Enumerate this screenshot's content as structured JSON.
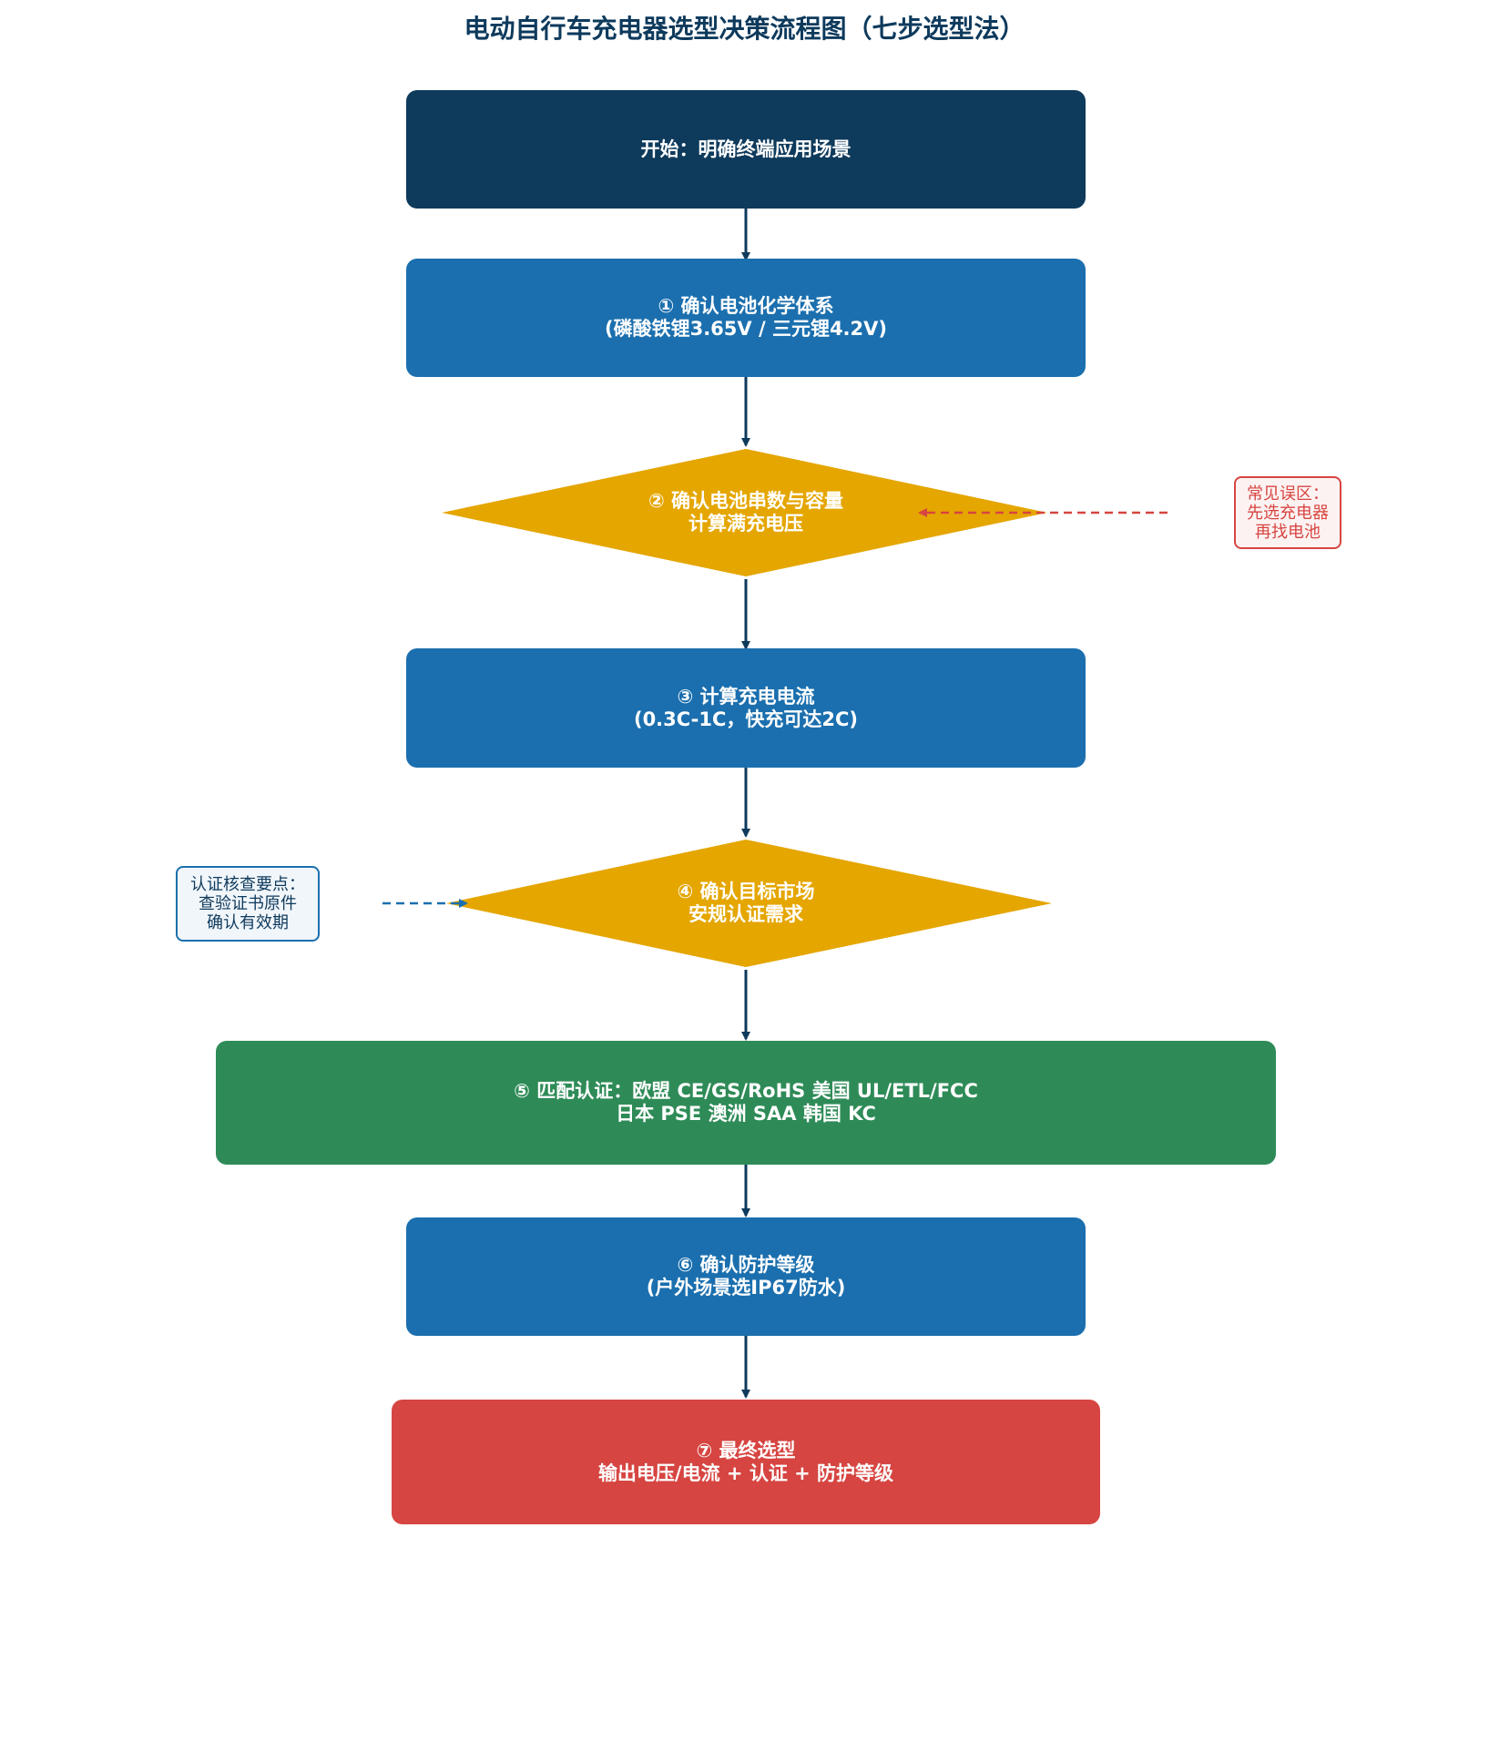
{
  "title": "电动自行车充电器选型决策流程图（七步选型法）",
  "colors": {
    "dark_navy": "#0e3a5c",
    "blue": "#1b6fae",
    "amber": "#e5a600",
    "green": "#2e8b57",
    "red": "#d64541",
    "connector": "#0e3a5c",
    "warning": "#d64541",
    "info": "#1b6fae"
  },
  "nodes": {
    "start": {
      "line1": "开始：明确终端应用场景"
    },
    "step1": {
      "line1": "① 确认电池化学体系",
      "line2": "(磷酸铁锂3.65V / 三元锂4.2V)"
    },
    "step2": {
      "line1": "② 确认电池串数与容量",
      "line2": "计算满充电压"
    },
    "step3": {
      "line1": "③ 计算充电电流",
      "line2": "(0.3C-1C，快充可达2C)"
    },
    "step4": {
      "line1": "④ 确认目标市场",
      "line2": "安规认证需求"
    },
    "step5": {
      "line1": "⑤ 匹配认证：欧盟 CE/GS/RoHS  美国 UL/ETL/FCC",
      "line2": "日本 PSE  澳洲 SAA  韩国 KC"
    },
    "step6": {
      "line1": "⑥ 确认防护等级",
      "line2": "(户外场景选IP67防水)"
    },
    "step7": {
      "line1": "⑦ 最终选型",
      "line2": "输出电压/电流 + 认证 + 防护等级"
    }
  },
  "notes": {
    "mistake": {
      "line1": "常见误区：",
      "line2": "先选充电器",
      "line3": "再找电池"
    },
    "cert_check": {
      "line1": "认证核查要点：",
      "line2": "查验证书原件",
      "line3": "确认有效期"
    }
  }
}
